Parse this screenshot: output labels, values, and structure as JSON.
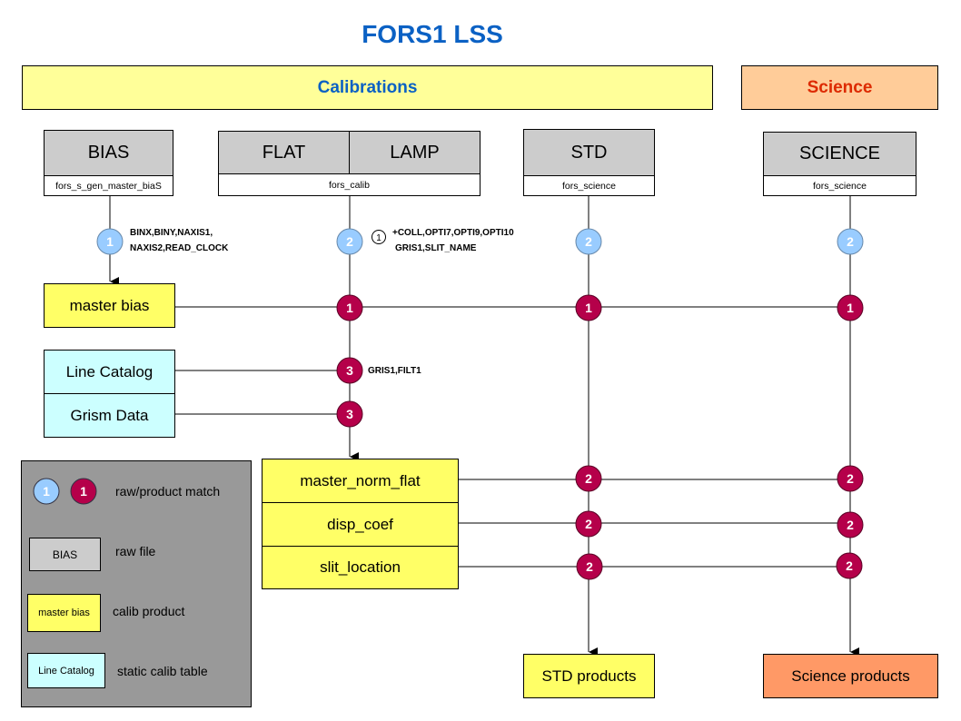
{
  "title": "FORS1 LSS",
  "banners": {
    "calibrations": "Calibrations",
    "science": "Science"
  },
  "raw_frames": {
    "bias": {
      "label": "BIAS",
      "recipe": "fors_s_gen_master_biaS"
    },
    "flat": {
      "label": "FLAT"
    },
    "lamp": {
      "label": "LAMP"
    },
    "flat_lamp_recipe": "fors_calib",
    "std": {
      "label": "STD",
      "recipe": "fors_science"
    },
    "science": {
      "label": "SCIENCE",
      "recipe": "fors_science"
    }
  },
  "match_notes": {
    "bias_keys_line1": "BINX,BINY,NAXIS1,",
    "bias_keys_line2": "NAXIS2,READ_CLOCK",
    "calib_ref": "1",
    "calib_keys_line1": "+COLL,OPTI7,OPTI9,OPTI10",
    "calib_keys_line2": "GRIS1,SLIT_NAME",
    "catalog_keys": "GRIS1,FILT1"
  },
  "calib_inputs": {
    "master_bias": "master bias",
    "line_catalog": "Line Catalog",
    "grism_data": "Grism Data"
  },
  "calib_products": [
    "master_norm_flat",
    "disp_coef",
    "slit_location"
  ],
  "outputs": {
    "std": "STD products",
    "science": "Science products"
  },
  "markers": {
    "raw_match": [
      "1",
      "2",
      "2",
      "2"
    ],
    "product_match": {
      "master_bias": [
        "1",
        "1",
        "1"
      ],
      "line_catalog": "3",
      "grism_data": "3",
      "products": [
        "2",
        "2",
        "2",
        "2",
        "2",
        "2"
      ]
    }
  },
  "legend": {
    "raw_marker": "1",
    "product_marker": "1",
    "match_label": "raw/product match",
    "raw_sample": "BIAS",
    "raw_label": "raw file",
    "calib_sample": "master bias",
    "calib_label": "calib product",
    "static_sample": "Line Catalog",
    "static_label": "static calib table"
  },
  "colors": {
    "title": "#0b61c4",
    "science_title": "#dd2a00",
    "raw_marker": "#99ccff",
    "product_marker": "#b5004a",
    "raw_box": "#cccccc",
    "calib_product": "#ffff66",
    "static_table": "#ccffff",
    "science_product": "#ff9966",
    "legend_bg": "#999999"
  }
}
